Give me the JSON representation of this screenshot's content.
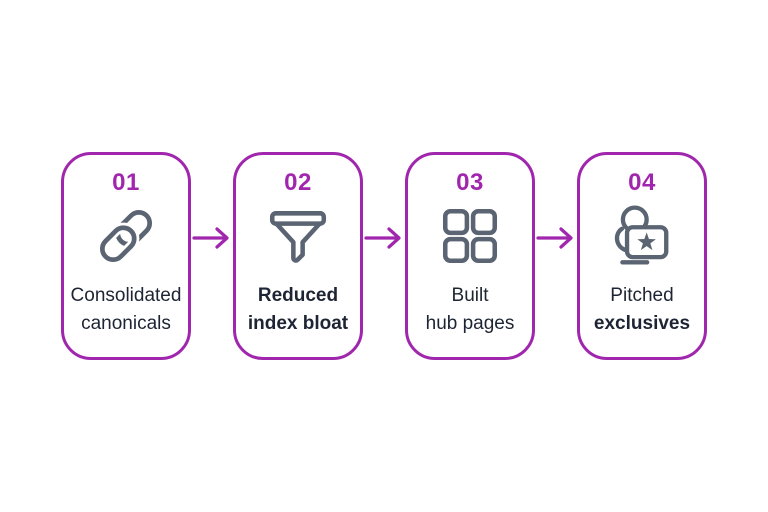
{
  "figure": {
    "type": "process-flow-infographic",
    "background_color": "#ffffff",
    "accent_color": "#a126ae",
    "icon_color": "#5b6472",
    "text_color": "#1d2433",
    "arrow_direction": "right"
  },
  "steps": [
    {
      "number": "01",
      "icon": "chain-link-icon",
      "label_line1": "Consolidated",
      "label_line2": "canonicals"
    },
    {
      "number": "02",
      "icon": "funnel-icon",
      "label_line1": "Reduced",
      "label_line2": "index bloat"
    },
    {
      "number": "03",
      "icon": "grid-icon",
      "label_line1": "Built",
      "label_line2": "hub pages"
    },
    {
      "number": "04",
      "icon": "star-badge-icon",
      "label_line1": "Pitched",
      "label_line2": "exclusives"
    }
  ]
}
